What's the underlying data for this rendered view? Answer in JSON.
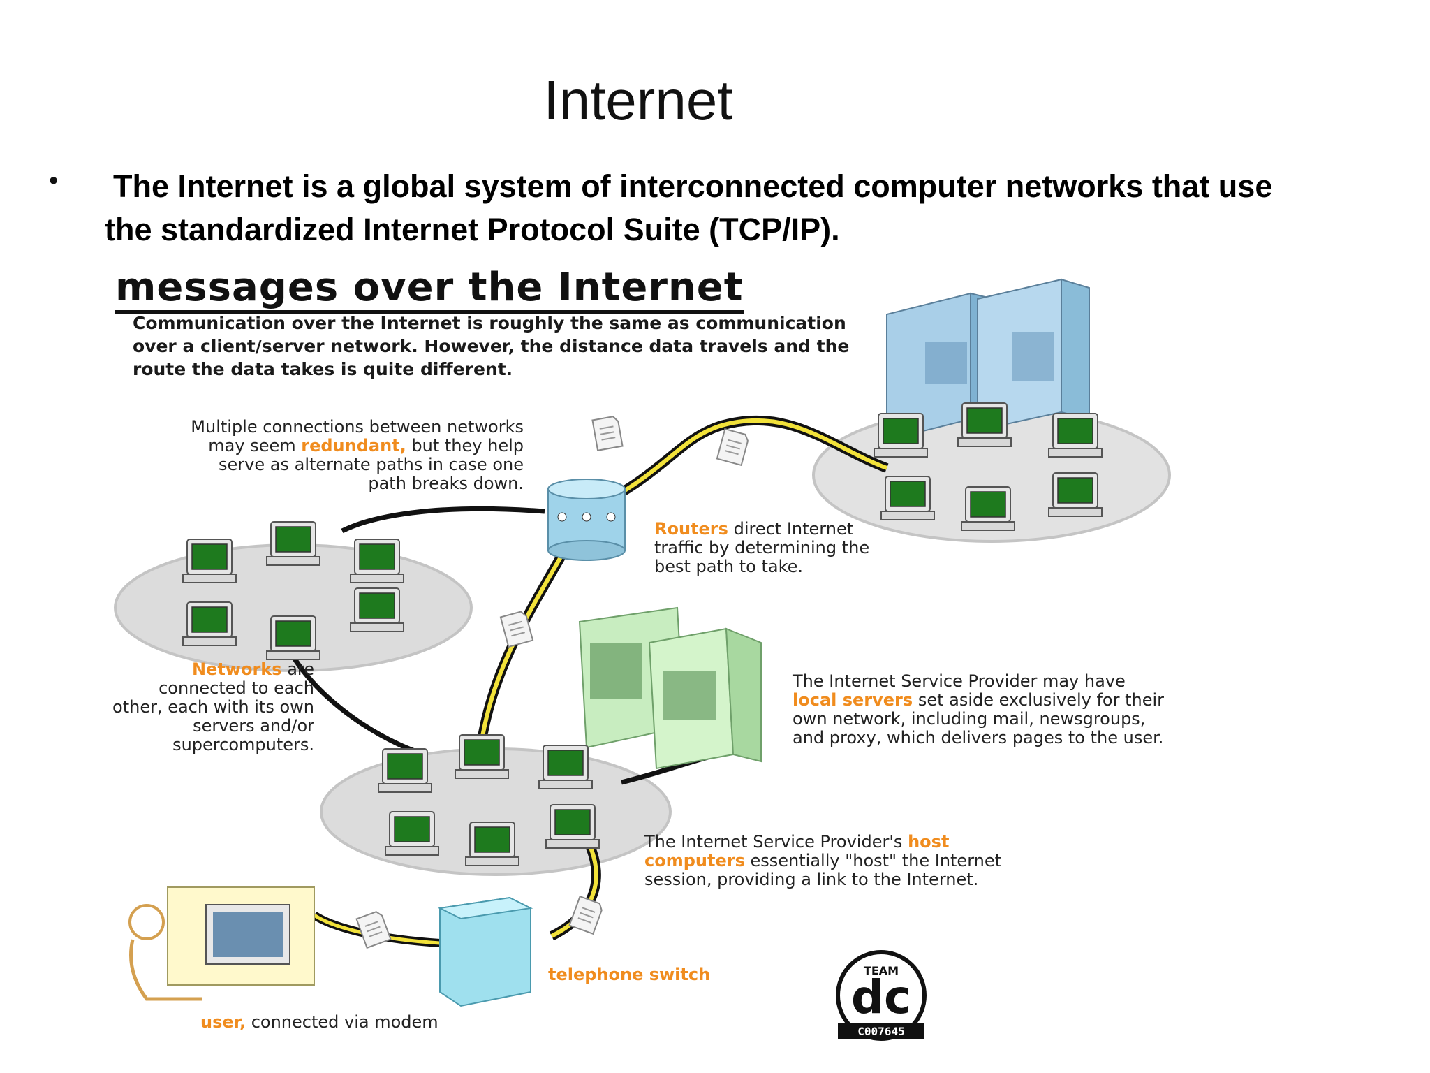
{
  "slide": {
    "title": "Internet",
    "bullet_marker": "•",
    "bullet_line1": "The Internet is a global system of interconnected computer networks that use",
    "bullet_line2": "the standardized Internet Protocol Suite (TCP/IP)."
  },
  "diagram": {
    "title": "messages over the Internet",
    "intro": "Communication over the Internet is roughly the same as communication over a client/server network. However, the distance data travels and the route the data takes is quite different.",
    "redundant": {
      "pre": "Multiple connections between networks may seem",
      "highlight": "redundant,",
      "post": "but they help serve as alternate paths in case one path breaks down."
    },
    "routers": {
      "highlight": "Routers",
      "post": "direct Internet traffic by determining the best path to take."
    },
    "networks": {
      "highlight": "Networks",
      "post": "are connected to each other, each with its own servers and/or supercomputers."
    },
    "local_servers": {
      "pre": "The Internet Service Provider may have",
      "highlight": "local servers",
      "post": "set aside exclusively for their own network, including mail, newsgroups, and proxy, which delivers pages to the user."
    },
    "host_computers": {
      "pre": "The Internet Service Provider's",
      "highlight": "host computers",
      "post": "essentially \"host\" the Internet session, providing a link to the Internet."
    },
    "telephone_switch": "telephone switch",
    "user": {
      "highlight": "user,",
      "post": "connected via modem"
    },
    "logo_text_top": "TEAM",
    "logo_text_mid": "dc",
    "logo_text_bottom": "C007645"
  },
  "colors": {
    "highlight": "#f08c1e",
    "screen": "#1e7a1e",
    "server_blue": "#a9cfe8",
    "server_green": "#c8edc0",
    "cable_yellow": "#f2e23a"
  }
}
